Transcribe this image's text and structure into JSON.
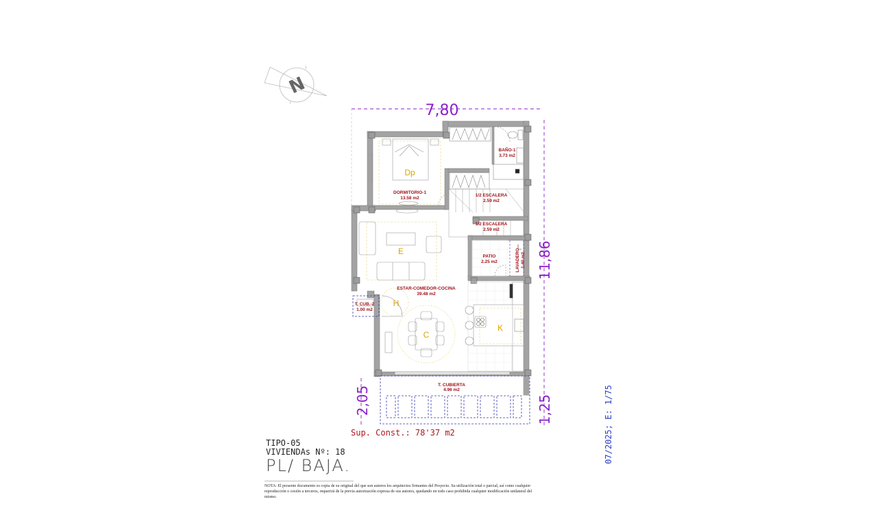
{
  "drawing": {
    "type": "architectural floor plan",
    "compass": {
      "icon": "north-arrow-icon",
      "label": "N"
    },
    "dimensions": {
      "width_top": "7,80",
      "height_right": "11,86",
      "terrace_right": "1,25",
      "terrace_left": "2,05"
    },
    "rooms": [
      {
        "name": "DORMITORIO-1",
        "area": "13.58 m2",
        "zone": "Dp"
      },
      {
        "name": "BAÑO-1",
        "area": "3.73 m2"
      },
      {
        "name": "1/2 ESCALERA",
        "area": "2.59 m2"
      },
      {
        "name": "1/2 ESCALERA",
        "area": "2.59 m2"
      },
      {
        "name": "PATIO",
        "area": "2.25 m2"
      },
      {
        "name": "LAVADERO",
        "area": "1.40 m2"
      },
      {
        "name": "ESTAR-COMEDOR-COCINA",
        "area": "39.48 m2"
      },
      {
        "name": "T. CUB.-2",
        "area": "1.00 m2"
      },
      {
        "name": "T. CUBIERTA",
        "area": "4.96 m2"
      }
    ],
    "zones": {
      "living": "E",
      "hall": "H",
      "dining": "C",
      "kitchen": "K",
      "bedroom": "Dp"
    }
  },
  "summary": {
    "sup_const": "Sup. Const.: 78'37 m2"
  },
  "title_block": {
    "tipo": "TIPO-05",
    "viviendas": "VIVIENDAs Nº: 18",
    "planta": "PL/ BAJA.",
    "date_scale": "07/2025; E: 1/75"
  },
  "nota": "NOTA: El presente documento es copia de su original del que son autores los arquitectos firmantes del Proyecto. Su utilización total o parcial, así como cualquier reproducción o cesión a terceros, requerirá de la previa autorización expresa de sus autores, quedando en todo caso prohibida cualquier modificación unilateral del mismo.",
  "colors": {
    "dimension": "#8a22c8",
    "room_label": "#a0121a",
    "zone_letter": "#d9a400",
    "wall": "#9a9a9a",
    "footer_blue": "#2a3ec8"
  }
}
